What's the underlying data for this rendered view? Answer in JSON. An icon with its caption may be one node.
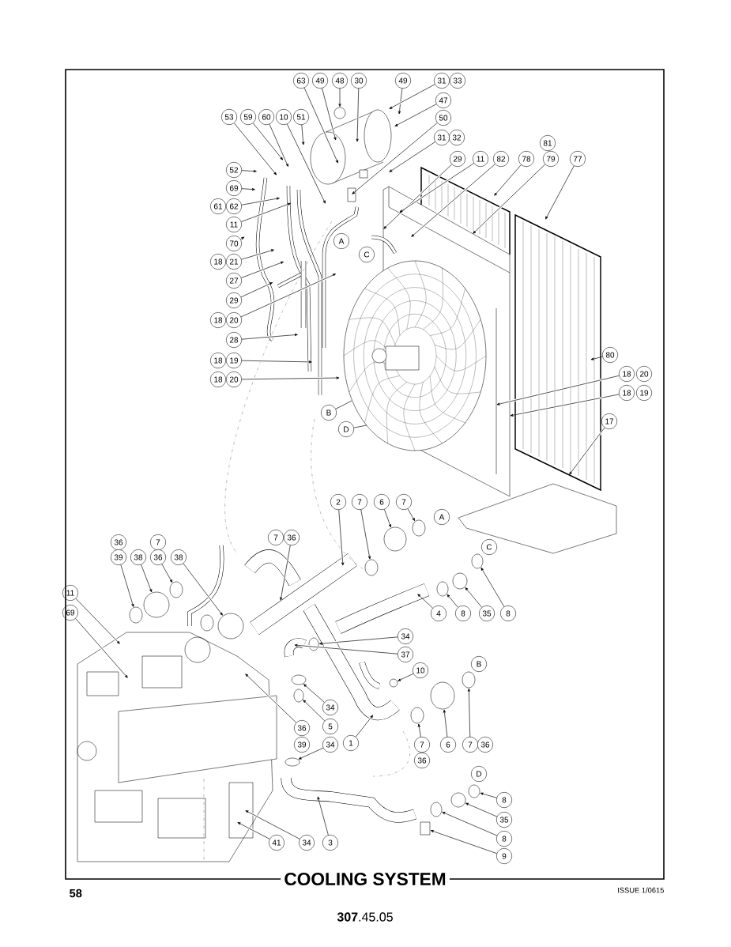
{
  "diagram": {
    "title": "COOLING SYSTEM",
    "nodes": [
      {
        "text": [
          "63"
        ]
      },
      {
        "text": [
          "49"
        ]
      },
      {
        "text": [
          "48"
        ]
      },
      {
        "text": [
          "30"
        ]
      },
      {
        "text": [
          "49"
        ]
      },
      {
        "text": [
          "31"
        ]
      },
      {
        "text": [
          "33"
        ]
      },
      {
        "text": [
          "47"
        ]
      },
      {
        "text": [
          "53"
        ]
      },
      {
        "text": [
          "59"
        ]
      },
      {
        "text": [
          "60"
        ]
      },
      {
        "text": [
          "10"
        ]
      },
      {
        "text": [
          "51"
        ]
      },
      {
        "text": [
          "50"
        ]
      },
      {
        "text": [
          "31"
        ]
      },
      {
        "text": [
          "32"
        ]
      },
      {
        "text": [
          "81"
        ]
      },
      {
        "text": [
          "29"
        ]
      },
      {
        "text": [
          "11"
        ]
      },
      {
        "text": [
          "82"
        ]
      },
      {
        "text": [
          "78"
        ]
      },
      {
        "text": [
          "79"
        ]
      },
      {
        "text": [
          "77"
        ]
      },
      {
        "text": [
          "52"
        ]
      },
      {
        "text": [
          "69"
        ]
      },
      {
        "text": [
          "61"
        ]
      },
      {
        "text": [
          "62"
        ]
      },
      {
        "text": [
          "11"
        ]
      },
      {
        "text": [
          "A"
        ]
      },
      {
        "text": [
          "70"
        ]
      },
      {
        "text": [
          "C"
        ]
      },
      {
        "text": [
          "18"
        ]
      },
      {
        "text": [
          "21"
        ]
      },
      {
        "text": [
          "27"
        ]
      },
      {
        "text": [
          "29"
        ]
      },
      {
        "text": [
          "18"
        ]
      },
      {
        "text": [
          "20"
        ]
      },
      {
        "text": [
          "28"
        ]
      },
      {
        "text": [
          "80"
        ]
      },
      {
        "text": [
          "18"
        ]
      },
      {
        "text": [
          "19"
        ]
      },
      {
        "text": [
          "18"
        ]
      },
      {
        "text": [
          "20"
        ]
      },
      {
        "text": [
          "18"
        ]
      },
      {
        "text": [
          "20"
        ]
      },
      {
        "text": [
          "18"
        ]
      },
      {
        "text": [
          "19"
        ]
      },
      {
        "text": [
          "B"
        ]
      },
      {
        "text": [
          "17"
        ]
      },
      {
        "text": [
          "D"
        ]
      },
      {
        "text": [
          "2"
        ]
      },
      {
        "text": [
          "7"
        ]
      },
      {
        "text": [
          "6"
        ]
      },
      {
        "text": [
          "7"
        ]
      },
      {
        "text": [
          "A"
        ]
      },
      {
        "text": [
          "7"
        ]
      },
      {
        "text": [
          "36"
        ]
      },
      {
        "text": [
          "36"
        ]
      },
      {
        "text": [
          "7"
        ]
      },
      {
        "text": [
          "C"
        ]
      },
      {
        "text": [
          "39"
        ]
      },
      {
        "text": [
          "38"
        ]
      },
      {
        "text": [
          "36"
        ]
      },
      {
        "text": [
          "38"
        ]
      },
      {
        "text": [
          "11"
        ]
      },
      {
        "text": [
          "69"
        ]
      },
      {
        "text": [
          "4"
        ]
      },
      {
        "text": [
          "8"
        ]
      },
      {
        "text": [
          "35"
        ]
      },
      {
        "text": [
          "8"
        ]
      },
      {
        "text": [
          "34"
        ]
      },
      {
        "text": [
          "37"
        ]
      },
      {
        "text": [
          "B"
        ]
      },
      {
        "text": [
          "10"
        ]
      },
      {
        "text": [
          "34"
        ]
      },
      {
        "text": [
          "5"
        ]
      },
      {
        "text": [
          "36"
        ]
      },
      {
        "text": [
          "1"
        ]
      },
      {
        "text": [
          "39"
        ]
      },
      {
        "text": [
          "34"
        ]
      },
      {
        "text": [
          "7"
        ]
      },
      {
        "text": [
          "6"
        ]
      },
      {
        "text": [
          "7"
        ]
      },
      {
        "text": [
          "36"
        ]
      },
      {
        "text": [
          "36"
        ]
      },
      {
        "text": [
          "D"
        ]
      },
      {
        "text": [
          "8"
        ]
      },
      {
        "text": [
          "35"
        ]
      },
      {
        "text": [
          "8"
        ]
      },
      {
        "text": [
          "41"
        ]
      },
      {
        "text": [
          "34"
        ]
      },
      {
        "text": [
          "3"
        ]
      },
      {
        "text": [
          "9"
        ]
      },
      {
        "text": [],
        "shape": "circle"
      },
      {
        "text": [],
        "shape": "circle"
      },
      {
        "text": [],
        "shape": "circle"
      },
      {
        "text": [],
        "shape": "circle"
      },
      {
        "text": [],
        "shape": "circle"
      },
      {
        "text": [],
        "shape": "circle"
      },
      {
        "text": [],
        "shape": "circle"
      },
      {
        "text": [],
        "shape": "circle"
      },
      {
        "text": [],
        "shape": "circle"
      },
      {
        "text": [],
        "shape": "circle"
      },
      {
        "text": [],
        "shape": "circle"
      },
      {
        "text": [],
        "shape": "circle"
      },
      {
        "text": [],
        "shape": "circle"
      },
      {
        "text": [],
        "shape": "circle"
      },
      {
        "text": [],
        "shape": "circle"
      },
      {
        "text": [],
        "shape": "circle"
      },
      {
        "text": [],
        "shape": "circle"
      },
      {
        "text": [],
        "shape": "circle"
      },
      {
        "text": [],
        "shape": "circle"
      },
      {
        "text": [],
        "shape": "circle"
      },
      {
        "text": [],
        "shape": "circle"
      },
      {
        "text": [],
        "shape": "circle"
      },
      {
        "text": [],
        "shape": "box"
      },
      {
        "text": [],
        "shape": "picture"
      },
      {
        "text": [],
        "shape": "picture"
      },
      {
        "text": [],
        "shape": "picture"
      },
      {
        "text": [],
        "shape": "picture"
      },
      {
        "text": [],
        "shape": "picture"
      },
      {
        "text": [],
        "shape": "picture"
      },
      {
        "text": [],
        "shape": "picture"
      },
      {
        "text": [],
        "shape": "picture"
      }
    ],
    "edges": [
      {
        "from": 0,
        "to": 116,
        "arrow": "to"
      },
      {
        "from": 1,
        "to": 116,
        "arrow": "to"
      },
      {
        "from": 2,
        "to": 93,
        "arrow": "to"
      },
      {
        "from": 3,
        "to": 116,
        "arrow": "to"
      },
      {
        "from": 4,
        "to": 116,
        "arrow": "to"
      },
      {
        "from": 5,
        "to": 116,
        "arrow": "to"
      },
      {
        "from": 7,
        "to": 116,
        "arrow": "to"
      },
      {
        "from": 8,
        "to": null,
        "arrow": "to"
      },
      {
        "from": 9,
        "to": null,
        "arrow": "to"
      },
      {
        "from": 10,
        "to": null,
        "arrow": "to"
      },
      {
        "from": 11,
        "to": 116,
        "arrow": "to"
      },
      {
        "from": 12,
        "to": 116,
        "arrow": "to"
      },
      {
        "from": 13,
        "to": 116,
        "arrow": "to"
      },
      {
        "from": 14,
        "to": 116,
        "arrow": "to"
      },
      {
        "from": 17,
        "to": 117,
        "arrow": "to"
      },
      {
        "from": 18,
        "to": 117,
        "arrow": "to"
      },
      {
        "from": 19,
        "to": 117,
        "arrow": "to"
      },
      {
        "from": 20,
        "to": 117,
        "arrow": "to"
      },
      {
        "from": 21,
        "to": 117,
        "arrow": "to"
      },
      {
        "from": 22,
        "to": 117,
        "arrow": "to"
      },
      {
        "from": 23,
        "to": null,
        "arrow": "to"
      },
      {
        "from": 24,
        "to": null,
        "arrow": "to"
      },
      {
        "from": 26,
        "to": null,
        "arrow": "to"
      },
      {
        "from": 27,
        "to": null,
        "arrow": "to"
      },
      {
        "from": 29,
        "to": null,
        "arrow": "to"
      },
      {
        "from": 32,
        "to": null,
        "arrow": "to"
      },
      {
        "from": 33,
        "to": null,
        "arrow": "to"
      },
      {
        "from": 34,
        "to": null,
        "arrow": "to"
      },
      {
        "from": 36,
        "to": null,
        "arrow": "to"
      },
      {
        "from": 37,
        "to": null,
        "arrow": "to"
      },
      {
        "from": 38,
        "to": 117,
        "arrow": "to"
      },
      {
        "from": 40,
        "to": null,
        "arrow": "to"
      },
      {
        "from": 41,
        "to": 117,
        "arrow": "to"
      },
      {
        "from": 44,
        "to": 118,
        "arrow": "to"
      },
      {
        "from": 45,
        "to": 117,
        "arrow": "to"
      },
      {
        "from": 47,
        "to": 118,
        "arrow": "none"
      },
      {
        "from": 48,
        "to": 117,
        "arrow": "to"
      },
      {
        "from": 49,
        "to": 118,
        "arrow": "none"
      },
      {
        "from": 50,
        "to": 119,
        "arrow": "to"
      },
      {
        "from": 51,
        "to": 97,
        "arrow": "to"
      },
      {
        "from": 52,
        "to": 95,
        "arrow": "to"
      },
      {
        "from": 53,
        "to": 94,
        "arrow": "to"
      },
      {
        "from": 56,
        "to": 119,
        "arrow": "to"
      },
      {
        "from": 61,
        "to": 101,
        "arrow": "to"
      },
      {
        "from": 62,
        "to": 100,
        "arrow": "to"
      },
      {
        "from": 60,
        "to": 102,
        "arrow": "to"
      },
      {
        "from": 63,
        "to": 103,
        "arrow": "to"
      },
      {
        "from": 64,
        "to": 122,
        "arrow": "to"
      },
      {
        "from": 65,
        "to": 122,
        "arrow": "to"
      },
      {
        "from": 66,
        "to": 120,
        "arrow": "to"
      },
      {
        "from": 67,
        "to": 99,
        "arrow": "to"
      },
      {
        "from": 68,
        "to": 98,
        "arrow": "to"
      },
      {
        "from": 69,
        "to": 96,
        "arrow": "to"
      },
      {
        "from": 70,
        "to": 104,
        "arrow": "to"
      },
      {
        "from": 71,
        "to": 121,
        "arrow": "to"
      },
      {
        "from": 73,
        "to": 109,
        "arrow": "to"
      },
      {
        "from": 74,
        "to": 105,
        "arrow": "to"
      },
      {
        "from": 75,
        "to": 107,
        "arrow": "to"
      },
      {
        "from": 76,
        "to": 122,
        "arrow": "to"
      },
      {
        "from": 77,
        "to": null,
        "arrow": "to"
      },
      {
        "from": 79,
        "to": 111,
        "arrow": "to"
      },
      {
        "from": 80,
        "to": 110,
        "arrow": "to"
      },
      {
        "from": 81,
        "to": 108,
        "arrow": "to"
      },
      {
        "from": 82,
        "to": 106,
        "arrow": "to"
      },
      {
        "from": 86,
        "to": 112,
        "arrow": "to"
      },
      {
        "from": 87,
        "to": 113,
        "arrow": "to"
      },
      {
        "from": 88,
        "to": 114,
        "arrow": "to"
      },
      {
        "from": 89,
        "to": 122,
        "arrow": "to"
      },
      {
        "from": 90,
        "to": 122,
        "arrow": "to"
      },
      {
        "from": 91,
        "to": 123,
        "arrow": "to"
      },
      {
        "from": 92,
        "to": 115,
        "arrow": "to"
      }
    ],
    "labels": [
      "58",
      "ISSUE 1/0615",
      "**307**.45.05"
    ]
  }
}
